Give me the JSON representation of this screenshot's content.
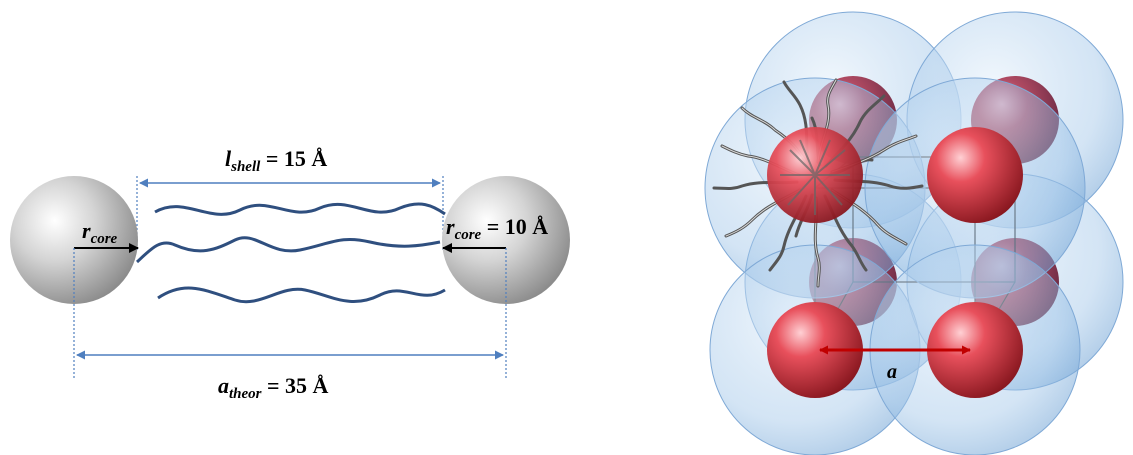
{
  "left_panel": {
    "shell_label": {
      "symbol": "l",
      "subscript": "shell",
      "value": " = 15 Å"
    },
    "core_label_left": {
      "symbol": "r",
      "subscript": "core"
    },
    "core_label_right": {
      "symbol": "r",
      "subscript": "core",
      "value": " = 10 Å"
    },
    "lattice_theor_label": {
      "symbol": "a",
      "subscript": "theor",
      "value": " = 35 Å"
    }
  },
  "right_panel": {
    "lattice_label": "a"
  },
  "colors": {
    "core_sphere": "#c8c8c8",
    "ligand_chain": "#2f4f7f",
    "dimension_line": "#4f7fbf",
    "shell_sphere": "#9fc3e6",
    "core_red": "#d9404a",
    "arrow_red": "#c00000"
  }
}
